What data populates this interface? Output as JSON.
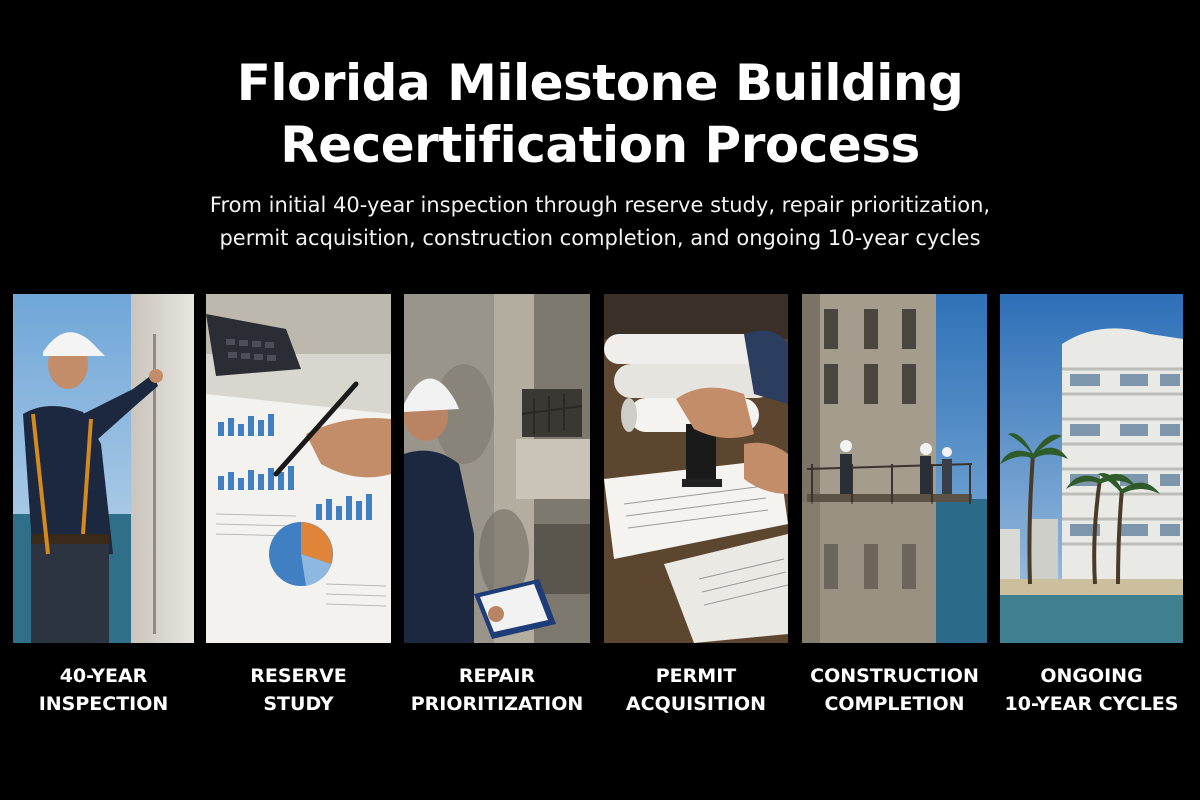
{
  "header": {
    "title_line1": "Florida Milestone Building",
    "title_line2": "Recertification Process",
    "subtitle_line1": "From initial 40-year inspection through reserve study, repair prioritization,",
    "subtitle_line2": "permit acquisition, construction completion, and ongoing 10-year cycles"
  },
  "steps": [
    {
      "line1": "40-YEAR",
      "line2": "INSPECTION",
      "image": "inspector-photo"
    },
    {
      "line1": "RESERVE",
      "line2": "STUDY",
      "image": "financial-charts-photo"
    },
    {
      "line1": "REPAIR",
      "line2": "PRIORITIZATION",
      "image": "damaged-facade-photo"
    },
    {
      "line1": "PERMIT",
      "line2": "ACQUISITION",
      "image": "permit-stamp-photo"
    },
    {
      "line1": "CONSTRUCTION",
      "line2": "COMPLETION",
      "image": "scaffold-workers-photo"
    },
    {
      "line1": "ONGOING",
      "line2": "10-YEAR CYCLES",
      "image": "coastal-condo-photo"
    }
  ],
  "colors": {
    "background": "#000000",
    "text": "#ffffff",
    "shirt_navy": "#1c2740",
    "sky_blue": "#3f7fc2",
    "concrete": "#9a958a"
  }
}
